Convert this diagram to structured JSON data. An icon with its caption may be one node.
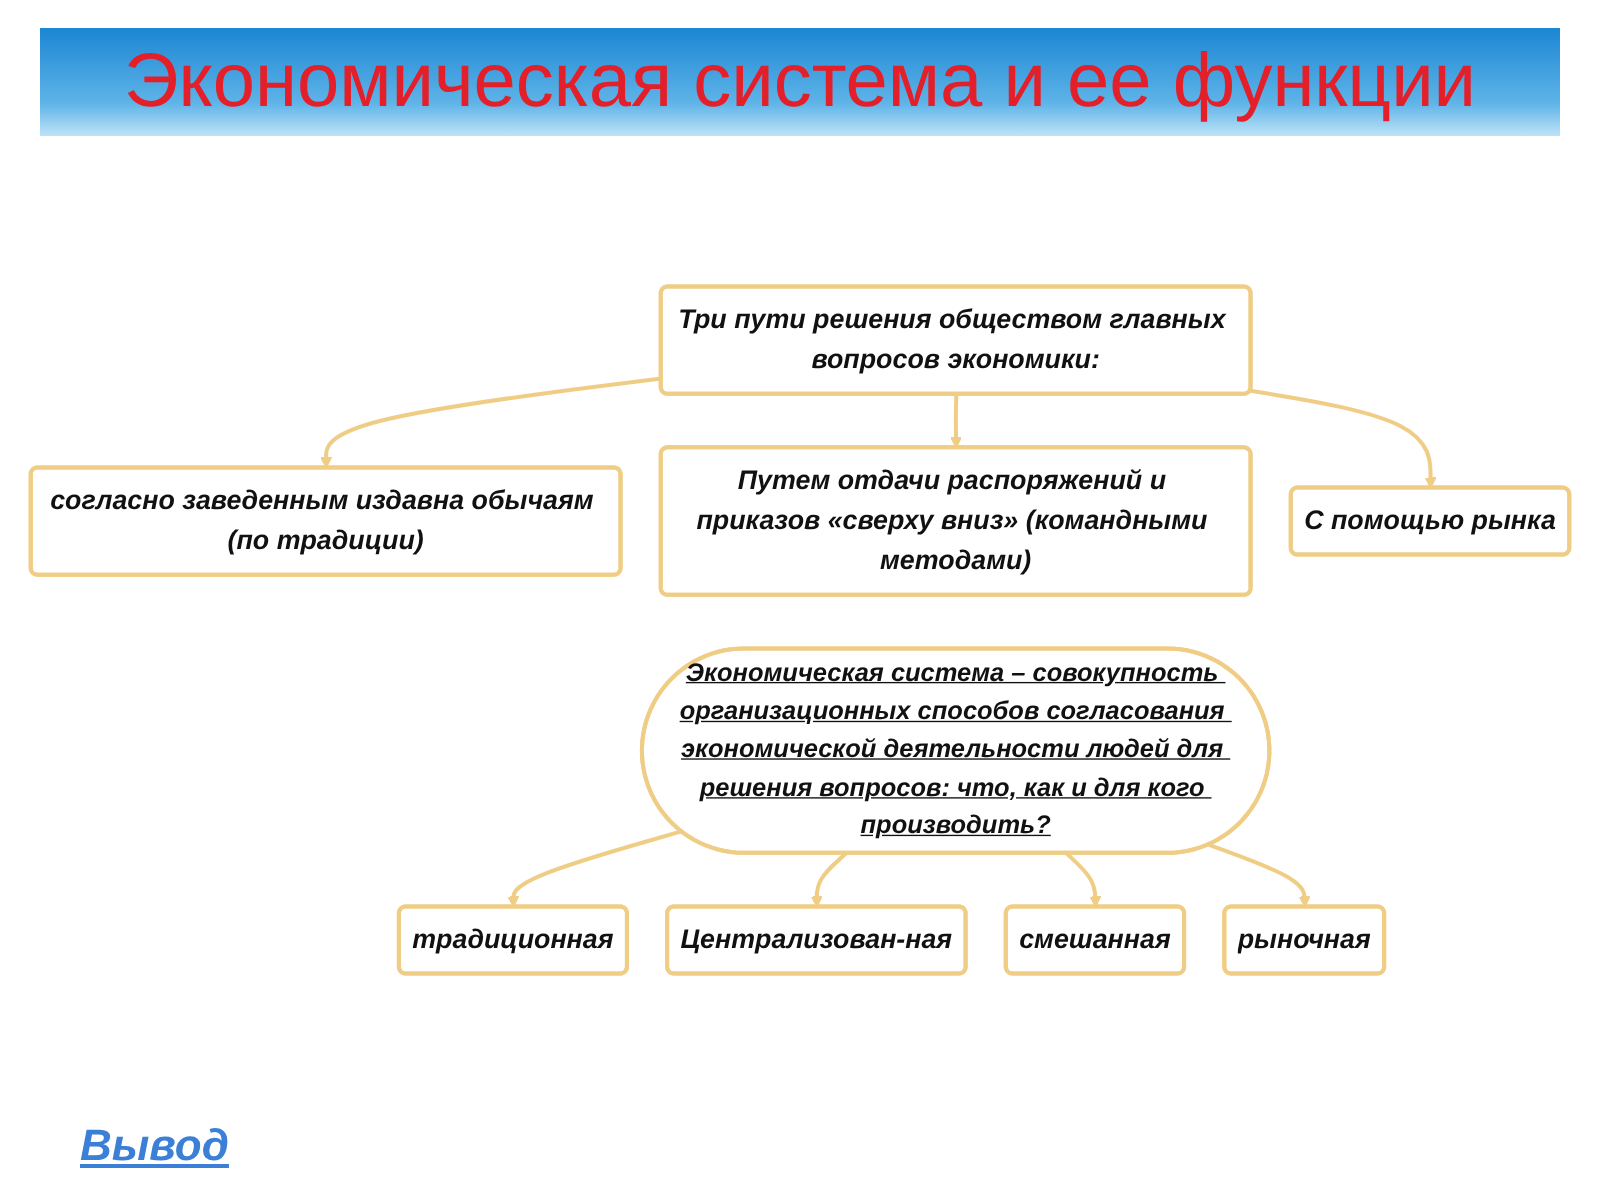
{
  "diagram": {
    "title": "Экономическая система и ее функции",
    "nodes": [
      {
        "text": [
          "Три пути решения обществом главных вопросов экономики:"
        ]
      },
      {
        "text": [
          "согласно заведенным издавна обычаям (по традиции)"
        ]
      },
      {
        "text": [
          "Путем отдачи распоряжений и приказов «сверху вниз» (командными методами)"
        ]
      },
      {
        "text": [
          "С помощью рынка"
        ]
      },
      {
        "text": [
          "Экономическая система – совокупность организационных способов согласования экономической деятельности людей для решения вопросов: что, как и для кого производить?"
        ]
      },
      {
        "text": [
          "традиционная"
        ]
      },
      {
        "text": [
          "Централизован-ная"
        ]
      },
      {
        "text": [
          "смешанная"
        ]
      },
      {
        "text": [
          "рыночная"
        ]
      }
    ],
    "edges": [
      {
        "from": 0,
        "to": 1,
        "arrow": "to"
      },
      {
        "from": 0,
        "to": 2,
        "arrow": "to"
      },
      {
        "from": 0,
        "to": 3,
        "arrow": "to"
      },
      {
        "from": 4,
        "to": 5,
        "arrow": "to"
      },
      {
        "from": 4,
        "to": 6,
        "arrow": "to"
      },
      {
        "from": 4,
        "to": 7,
        "arrow": "to"
      },
      {
        "from": 4,
        "to": 8,
        "arrow": "to"
      }
    ],
    "labels": [
      "Вывод"
    ]
  }
}
